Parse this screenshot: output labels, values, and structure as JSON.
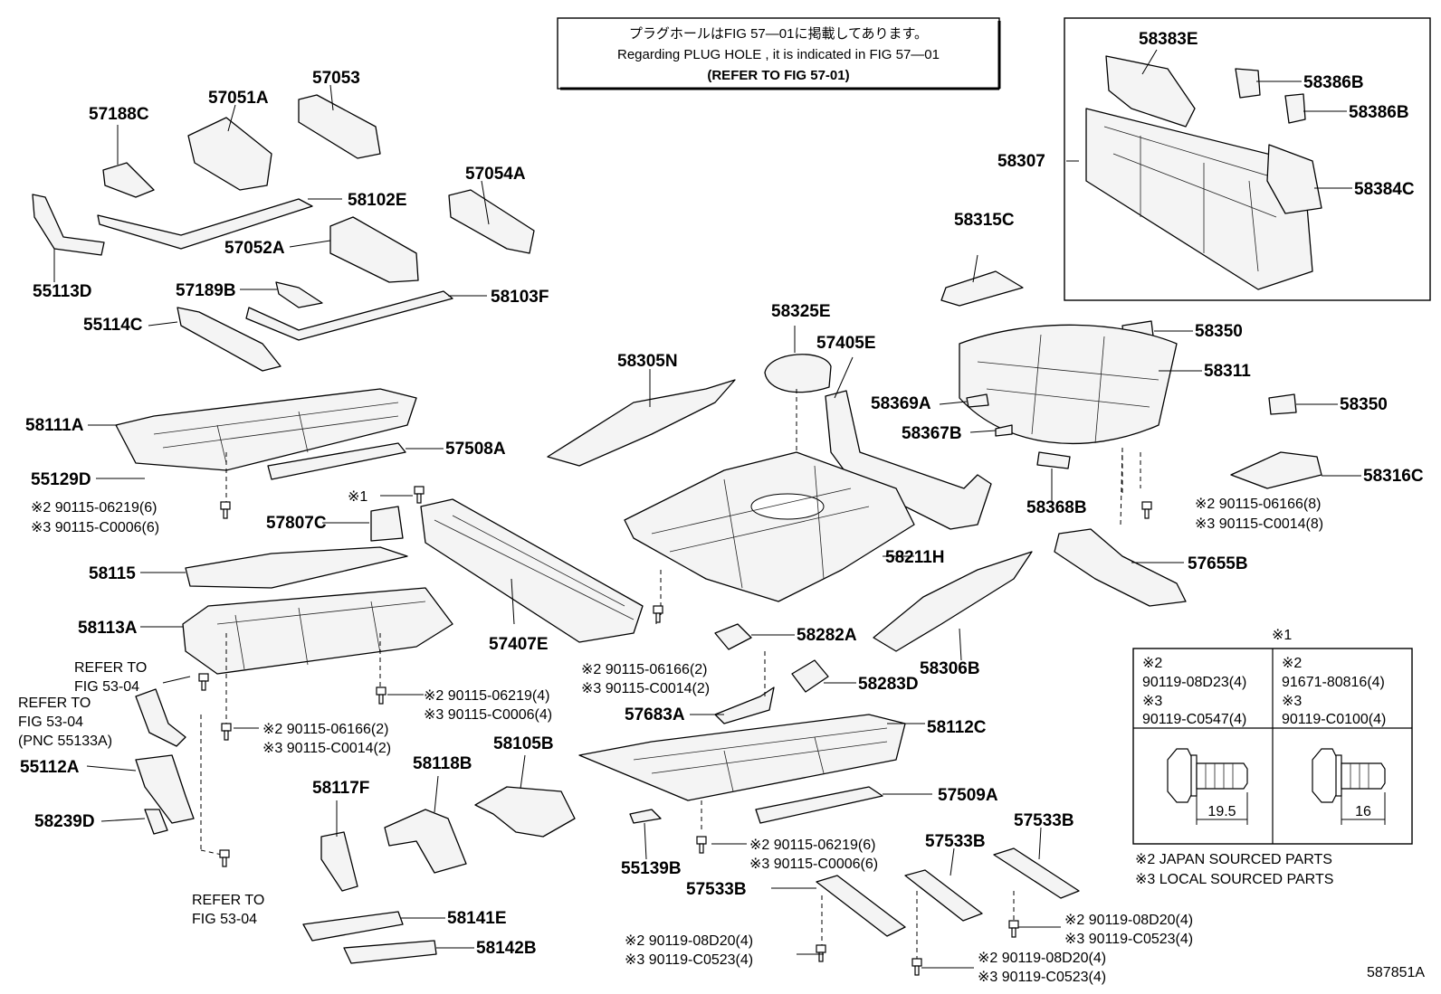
{
  "notice": {
    "jp": "プラグホールはFIG 57—01に掲載してあります。",
    "en": "Regarding PLUG HOLE , it is indicated in FIG 57—01",
    "ref": "(REFER TO FIG 57-01)"
  },
  "labels": {
    "p58383E": "58383E",
    "p58386B_a": "58386B",
    "p58386B_b": "58386B",
    "p58307": "58307",
    "p58384C": "58384C",
    "p57188C": "57188C",
    "p57051A": "57051A",
    "p57053": "57053",
    "p57054A": "57054A",
    "p58102E": "58102E",
    "p57052A": "57052A",
    "p55113D": "55113D",
    "p57189B": "57189B",
    "p58103F": "58103F",
    "p55114C": "55114C",
    "p58315C": "58315C",
    "p58325E": "58325E",
    "p57405E": "57405E",
    "p58305N": "58305N",
    "p58350_a": "58350",
    "p58311": "58311",
    "p58350_b": "58350",
    "p58369A": "58369A",
    "p58367B": "58367B",
    "p58111A": "58111A",
    "p57508A": "57508A",
    "p55129D": "55129D",
    "p58316C": "58316C",
    "p58368B": "58368B",
    "p57807C": "57807C",
    "p58115": "58115",
    "p58211H": "58211H",
    "p57655B": "57655B",
    "p58113A": "58113A",
    "p57407E": "57407E",
    "p58282A": "58282A",
    "p58306B": "58306B",
    "p58283D": "58283D",
    "p55112A": "55112A",
    "p57683A": "57683A",
    "p58112C": "58112C",
    "p58105B": "58105B",
    "p58118B": "58118B",
    "p58117F": "58117F",
    "p58239D": "58239D",
    "p57509A": "57509A",
    "p55139B": "55139B",
    "p57533B_a": "57533B",
    "p57533B_b": "57533B",
    "p57533B_c": "57533B",
    "p58141E": "58141E",
    "p58142B": "58142B"
  },
  "fasteners": {
    "f1a": "※2 90115-06219(6)",
    "f1b": "※3 90115-C0006(6)",
    "f2a": "※2 90115-06166(2)",
    "f2b": "※3 90115-C0014(2)",
    "f3a": "※2 90115-06219(4)",
    "f3b": "※3 90115-C0006(4)",
    "f4a": "※2 90115-06166(2)",
    "f4b": "※3 90115-C0014(2)",
    "f5a": "※2 90115-06166(8)",
    "f5b": "※3 90115-C0014(8)",
    "f6a": "※2 90115-06219(6)",
    "f6b": "※3 90115-C0006(6)",
    "f7a": "※2 90119-08D20(4)",
    "f7b": "※3 90119-C0523(4)",
    "f8a": "※2 90119-08D20(4)",
    "f8b": "※3 90119-C0523(4)",
    "f9a": "※2 90119-08D20(4)",
    "f9b": "※3 90119-C0523(4)",
    "star1": "※1"
  },
  "refs": {
    "r1a": "REFER TO",
    "r1b": "FIG 53-04",
    "r2a": "REFER TO",
    "r2b": "FIG 53-04",
    "r2c": "(PNC 55133A)",
    "r3a": "REFER TO",
    "r3b": "FIG 53-04"
  },
  "legend": {
    "title": "※1",
    "left": {
      "l1": "※2",
      "l2": "90119-08D23(4)",
      "l3": "※3",
      "l4": "90119-C0547(4)",
      "dim": "19.5"
    },
    "right": {
      "l1": "※2",
      "l2": "91671-80816(4)",
      "l3": "※3",
      "l4": "90119-C0100(4)",
      "dim": "16"
    },
    "note2": "※2 JAPAN SOURCED PARTS",
    "note3": "※3 LOCAL SOURCED PARTS"
  },
  "figure_code": "587851A"
}
